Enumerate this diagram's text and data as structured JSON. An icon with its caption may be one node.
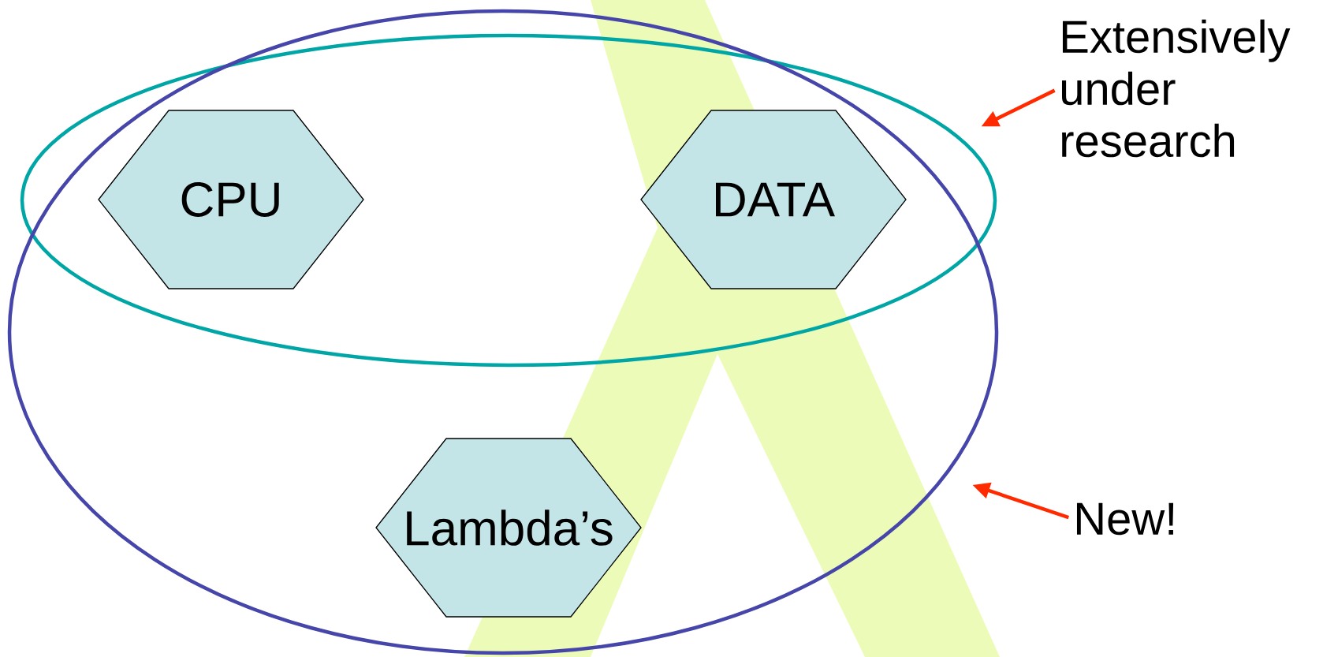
{
  "diagram": {
    "nodes": [
      {
        "text": [],
        "shape": "ellipse",
        "in": 1
      },
      {
        "text": [],
        "shape": "ellipse"
      },
      {
        "text": [
          "CPU"
        ],
        "in": 0
      },
      {
        "text": [
          "DATA"
        ],
        "in": 0
      },
      {
        "text": [
          "Lambda’s"
        ],
        "in": 1
      },
      {
        "text": [
          "Extensively under research"
        ]
      },
      {
        "text": [
          "New!"
        ]
      }
    ],
    "edges": [
      {
        "from": 5,
        "to": 0,
        "arrow": "to"
      },
      {
        "from": 6,
        "to": 1,
        "arrow": "to"
      }
    ]
  }
}
